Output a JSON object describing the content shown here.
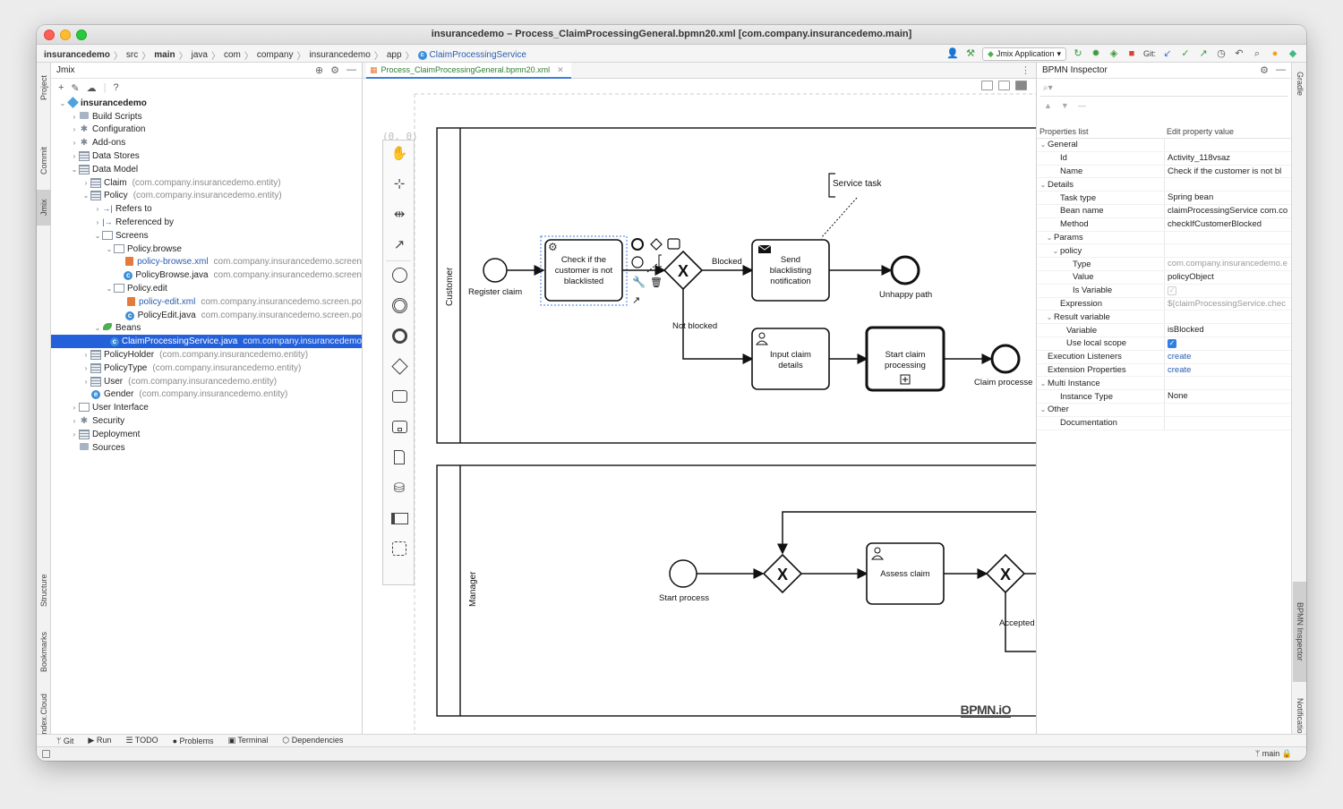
{
  "window": {
    "title": "insurancedemo – Process_ClaimProcessingGeneral.bpmn20.xml [com.company.insurancedemo.main]"
  },
  "breadcrumbs": [
    "insurancedemo",
    "src",
    "main",
    "java",
    "com",
    "company",
    "insurancedemo",
    "app",
    "ClaimProcessingService"
  ],
  "toolbar": {
    "run_config": "Jmix Application",
    "git_label": "Git:"
  },
  "left_strip": {
    "project": "Project",
    "commit": "Commit",
    "jmix": "Jmix",
    "structure": "Structure",
    "bookmarks": "Bookmarks",
    "yandex": "Yandex.Cloud"
  },
  "right_strip": {
    "gradle": "Gradle",
    "bpmn": "BPMN Inspector",
    "notifications": "Notifications"
  },
  "project_panel": {
    "title": "Jmix",
    "tree": [
      {
        "indent": 0,
        "arrow": "⌄",
        "icon": "module",
        "label": "insurancedemo",
        "bold": true,
        "pkg": ""
      },
      {
        "indent": 1,
        "arrow": "›",
        "icon": "folder",
        "label": "Build Scripts",
        "pkg": ""
      },
      {
        "indent": 1,
        "arrow": "›",
        "icon": "gear",
        "label": "Configuration",
        "pkg": ""
      },
      {
        "indent": 1,
        "arrow": "›",
        "icon": "gear",
        "label": "Add-ons",
        "pkg": ""
      },
      {
        "indent": 1,
        "arrow": "›",
        "icon": "entity",
        "label": "Data Stores",
        "pkg": ""
      },
      {
        "indent": 1,
        "arrow": "⌄",
        "icon": "entity",
        "label": "Data Model",
        "pkg": ""
      },
      {
        "indent": 2,
        "arrow": "›",
        "icon": "entity",
        "label": "Claim",
        "pkg": "(com.company.insurancedemo.entity)"
      },
      {
        "indent": 2,
        "arrow": "⌄",
        "icon": "entity",
        "label": "Policy",
        "pkg": "(com.company.insurancedemo.entity)"
      },
      {
        "indent": 3,
        "arrow": "›",
        "icon": "refto",
        "label": "Refers to",
        "pkg": ""
      },
      {
        "indent": 3,
        "arrow": "›",
        "icon": "refby",
        "label": "Referenced by",
        "pkg": ""
      },
      {
        "indent": 3,
        "arrow": "⌄",
        "icon": "screen",
        "label": "Screens",
        "pkg": ""
      },
      {
        "indent": 4,
        "arrow": "⌄",
        "icon": "screen",
        "label": "Policy.browse",
        "pkg": ""
      },
      {
        "indent": 5,
        "arrow": "",
        "icon": "xml",
        "label": "policy-browse.xml",
        "link": true,
        "pkg": "com.company.insurancedemo.screen"
      },
      {
        "indent": 5,
        "arrow": "",
        "icon": "class",
        "label": "PolicyBrowse.java",
        "pkg": "com.company.insurancedemo.screen"
      },
      {
        "indent": 4,
        "arrow": "⌄",
        "icon": "screen",
        "label": "Policy.edit",
        "pkg": ""
      },
      {
        "indent": 5,
        "arrow": "",
        "icon": "xml",
        "label": "policy-edit.xml",
        "link": true,
        "pkg": "com.company.insurancedemo.screen.po"
      },
      {
        "indent": 5,
        "arrow": "",
        "icon": "class",
        "label": "PolicyEdit.java",
        "pkg": "com.company.insurancedemo.screen.po"
      },
      {
        "indent": 3,
        "arrow": "⌄",
        "icon": "bean",
        "label": "Beans",
        "pkg": ""
      },
      {
        "indent": 4,
        "arrow": "",
        "icon": "class",
        "label": "ClaimProcessingService.java",
        "selected": true,
        "pkg": "com.company.insurancedemo"
      },
      {
        "indent": 2,
        "arrow": "›",
        "icon": "entity",
        "label": "PolicyHolder",
        "pkg": "(com.company.insurancedemo.entity)"
      },
      {
        "indent": 2,
        "arrow": "›",
        "icon": "entity",
        "label": "PolicyType",
        "pkg": "(com.company.insurancedemo.entity)"
      },
      {
        "indent": 2,
        "arrow": "›",
        "icon": "entity",
        "label": "User",
        "pkg": "(com.company.insurancedemo.entity)"
      },
      {
        "indent": 2,
        "arrow": "",
        "icon": "enum",
        "label": "Gender",
        "pkg": "(com.company.insurancedemo.entity)"
      },
      {
        "indent": 1,
        "arrow": "›",
        "icon": "screen",
        "label": "User Interface",
        "pkg": ""
      },
      {
        "indent": 1,
        "arrow": "›",
        "icon": "shield",
        "label": "Security",
        "pkg": ""
      },
      {
        "indent": 1,
        "arrow": "›",
        "icon": "entity",
        "label": "Deployment",
        "pkg": ""
      },
      {
        "indent": 1,
        "arrow": "",
        "icon": "folder",
        "label": "Sources",
        "pkg": ""
      }
    ]
  },
  "editor": {
    "tab_label": "Process_ClaimProcessingGeneral.bpmn20.xml",
    "origin": "(0, 0)"
  },
  "diagram": {
    "lane1": "Customer",
    "lane2": "Manager",
    "annotation": "Service task",
    "register": "Register claim",
    "check": [
      "Check if the",
      "customer is not",
      "blacklisted"
    ],
    "blocked": "Blocked",
    "notblocked": "Not blocked",
    "send": [
      "Send",
      "blacklisting",
      "notification"
    ],
    "unhappy": "Unhappy path",
    "input": [
      "Input claim",
      "details"
    ],
    "startclaim": [
      "Start claim",
      "processing"
    ],
    "claimprocessed": "Claim processe",
    "startprocess": "Start process",
    "assess": "Assess claim",
    "accepted": "Accepted",
    "watermark": "BPMN.iO"
  },
  "inspector": {
    "title": "BPMN Inspector",
    "col1": "Properties list",
    "col2": "Edit property value",
    "rows": [
      {
        "indent": 0,
        "arrow": "⌄",
        "name": "General",
        "value": ""
      },
      {
        "indent": 2,
        "arrow": "",
        "name": "Id",
        "value": "Activity_118vsaz"
      },
      {
        "indent": 2,
        "arrow": "",
        "name": "Name",
        "value": "Check if the customer is not bl"
      },
      {
        "indent": 0,
        "arrow": "⌄",
        "name": "Details",
        "value": ""
      },
      {
        "indent": 2,
        "arrow": "",
        "name": "Task type",
        "value": "Spring bean"
      },
      {
        "indent": 2,
        "arrow": "",
        "name": "Bean name",
        "value": "claimProcessingService com.co"
      },
      {
        "indent": 2,
        "arrow": "",
        "name": "Method",
        "value": "checkIfCustomerBlocked"
      },
      {
        "indent": 1,
        "arrow": "⌄",
        "name": "Params",
        "value": ""
      },
      {
        "indent": 2,
        "arrow": "⌄",
        "name": "policy",
        "value": ""
      },
      {
        "indent": 4,
        "arrow": "",
        "name": "Type",
        "value": "com.company.insurancedemo.e",
        "muted": true
      },
      {
        "indent": 4,
        "arrow": "",
        "name": "Value",
        "value": "policyObject"
      },
      {
        "indent": 4,
        "arrow": "",
        "name": "Is Variable",
        "check": "dis"
      },
      {
        "indent": 2,
        "arrow": "",
        "name": "Expression",
        "value": "${claimProcessingService.chec",
        "muted": true
      },
      {
        "indent": 1,
        "arrow": "⌄",
        "name": "Result variable",
        "value": ""
      },
      {
        "indent": 3,
        "arrow": "",
        "name": "Variable",
        "value": "isBlocked"
      },
      {
        "indent": 3,
        "arrow": "",
        "name": "Use local scope",
        "check": "on"
      },
      {
        "indent": 0,
        "arrow": "",
        "name": "Execution Listeners",
        "value": "create",
        "link": true
      },
      {
        "indent": 0,
        "arrow": "",
        "name": "Extension Properties",
        "value": "create",
        "link": true
      },
      {
        "indent": 0,
        "arrow": "⌄",
        "name": "Multi Instance",
        "value": ""
      },
      {
        "indent": 2,
        "arrow": "",
        "name": "Instance Type",
        "value": "None"
      },
      {
        "indent": 0,
        "arrow": "⌄",
        "name": "Other",
        "value": ""
      },
      {
        "indent": 2,
        "arrow": "",
        "name": "Documentation",
        "value": ""
      }
    ]
  },
  "bottom_tools": [
    "Git",
    "Run",
    "TODO",
    "Problems",
    "Terminal",
    "Dependencies"
  ],
  "status": {
    "branch": "main"
  }
}
